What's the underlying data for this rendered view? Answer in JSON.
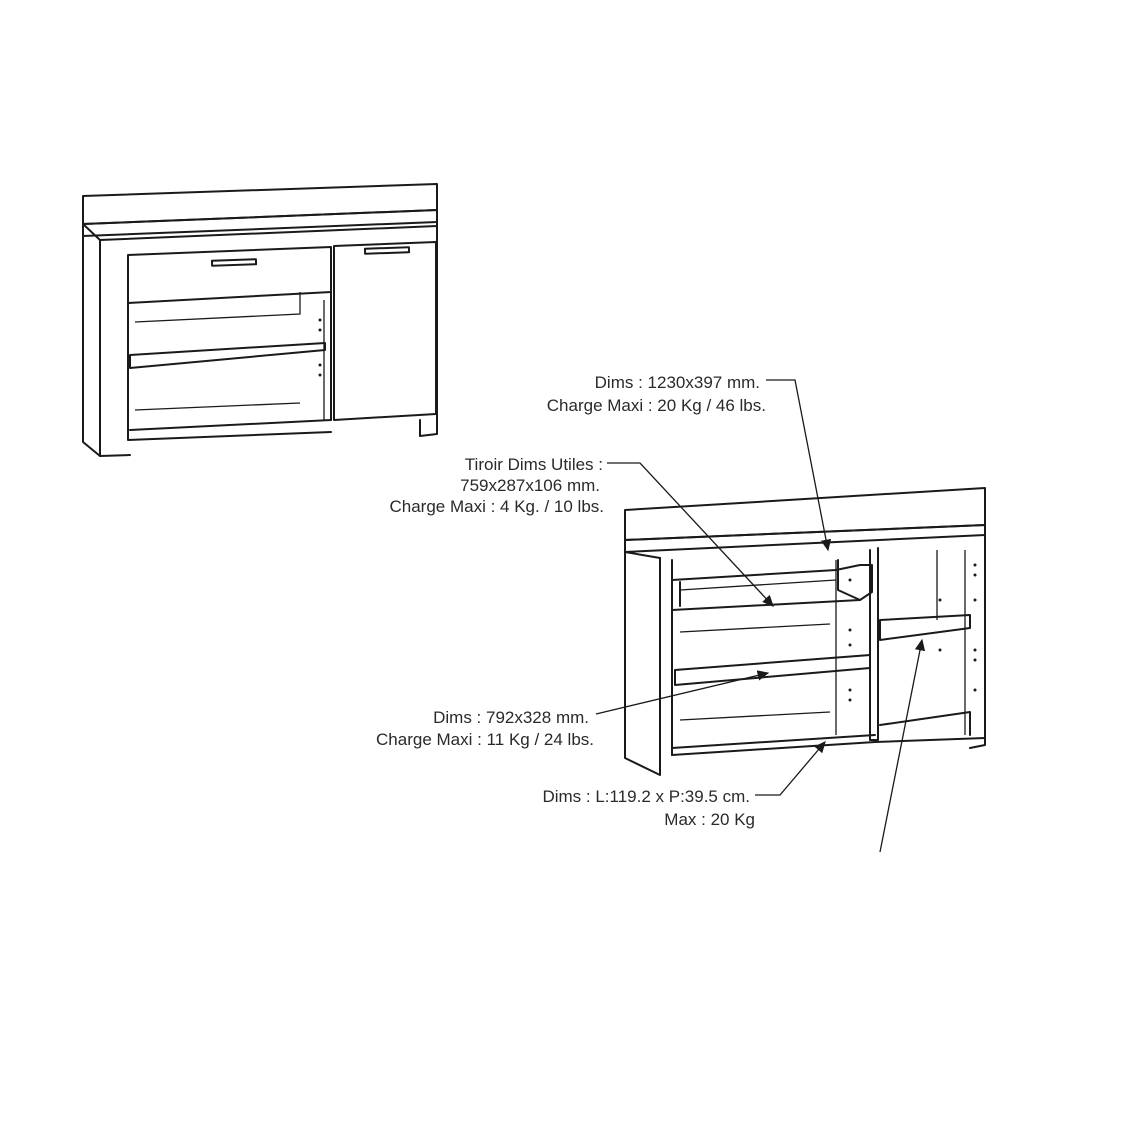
{
  "annotations": {
    "top_shelf": {
      "line1": "Dims : 1230x397 mm.",
      "line2": "Charge Maxi : 20 Kg / 46 lbs."
    },
    "drawer": {
      "line1": "Tiroir Dims Utiles :",
      "line2": "759x287x106 mm.",
      "line3": "Charge Maxi : 4 Kg. / 10 lbs."
    },
    "middle_shelf": {
      "line1": "Dims : 792x328 mm.",
      "line2": "Charge Maxi : 11 Kg / 24 lbs."
    },
    "bottom_shelf": {
      "line1": "Dims : L:119.2 x P:39.5 cm.",
      "line2": "Max : 20 Kg"
    }
  },
  "colors": {
    "line": "#1a1a1a",
    "text": "#2a2a2a",
    "background": "#ffffff"
  }
}
